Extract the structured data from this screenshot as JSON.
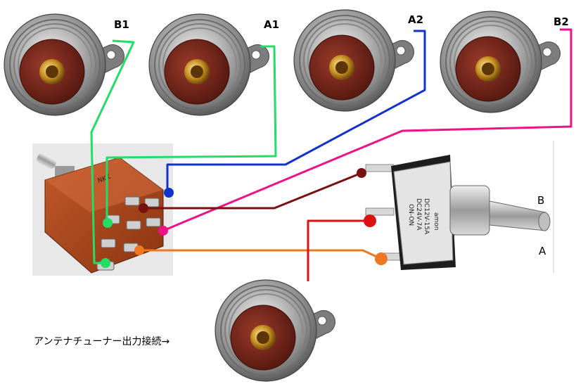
{
  "connectors": {
    "b1_label": "B1",
    "a1_label": "A1",
    "a2_label": "A2",
    "b2_label": "B2"
  },
  "toggle_switch": {
    "position_b_label": "B",
    "position_a_label": "A",
    "brand_text": "amon",
    "rating_line1": "DC12V-15A",
    "rating_line2": "DC24V-7A",
    "rating_line3": "ON-ON"
  },
  "output_caption": "アンテナチューナー出力接続→",
  "wire_colors": {
    "b1": "#22dd66",
    "a1": "#22dd66",
    "a2": "#1133cc",
    "b2": "#ee1188",
    "common_top": "#7a1010",
    "common_bottom": "#ee7722",
    "output": "#dd1111"
  }
}
